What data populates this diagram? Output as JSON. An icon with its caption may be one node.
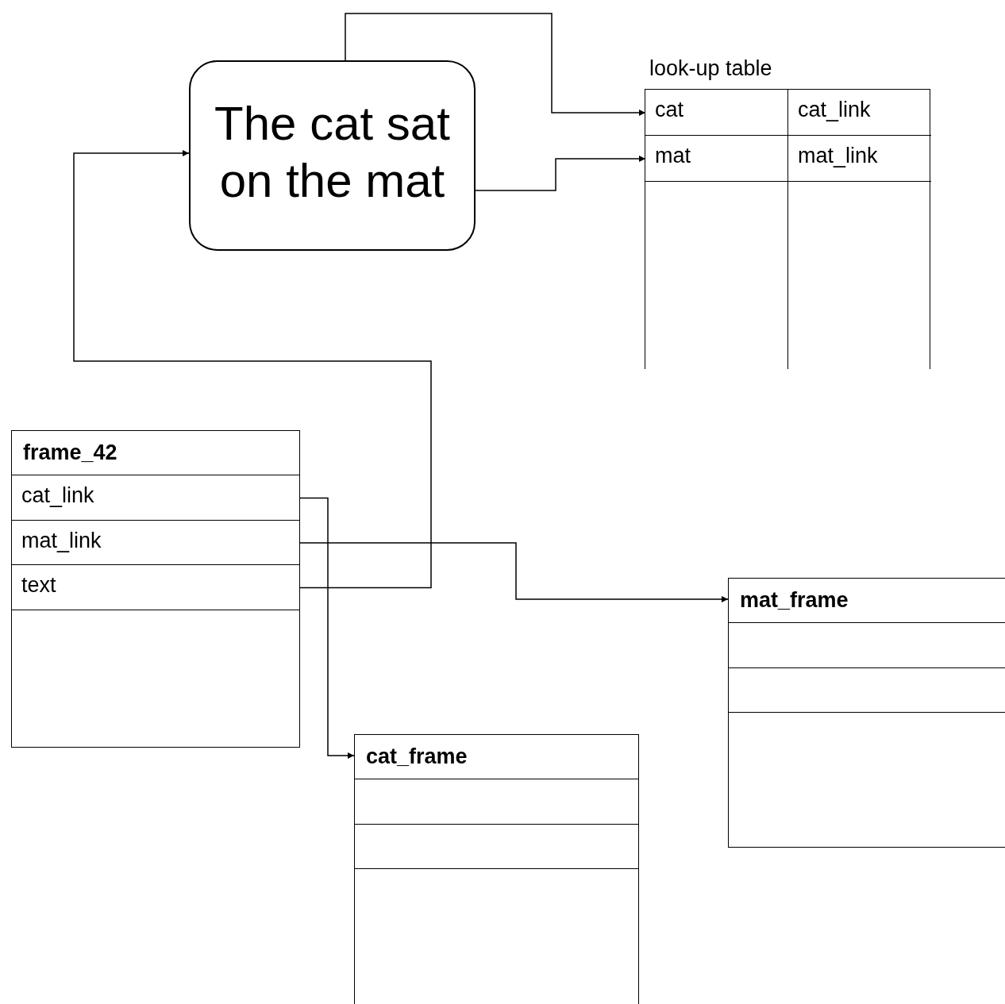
{
  "diagram": {
    "nodes": [
      {
        "text": [
          "The cat sat on the mat"
        ]
      },
      {
        "text": [
          "look-up table"
        ]
      },
      {
        "text": [
          "cat"
        ],
        "in": 1
      },
      {
        "text": [
          "cat_link"
        ],
        "in": 1
      },
      {
        "text": [
          "mat"
        ],
        "in": 1
      },
      {
        "text": [
          "mat_link"
        ],
        "in": 1
      },
      {
        "text": [
          "frame_42"
        ]
      },
      {
        "text": [
          "cat_link"
        ],
        "in": 6
      },
      {
        "text": [
          "mat_link"
        ],
        "in": 6
      },
      {
        "text": [
          "text"
        ],
        "in": 6
      },
      {
        "text": [
          "mat_frame"
        ]
      },
      {
        "text": [
          "cat_frame"
        ]
      }
    ],
    "edges": [
      {
        "from": 0,
        "to": 2,
        "arrow": "to"
      },
      {
        "from": 0,
        "to": 4,
        "arrow": "to"
      },
      {
        "from": 9,
        "to": 0,
        "arrow": "to"
      },
      {
        "from": 7,
        "to": 11,
        "arrow": "to"
      },
      {
        "from": 8,
        "to": 10,
        "arrow": "to"
      }
    ]
  }
}
